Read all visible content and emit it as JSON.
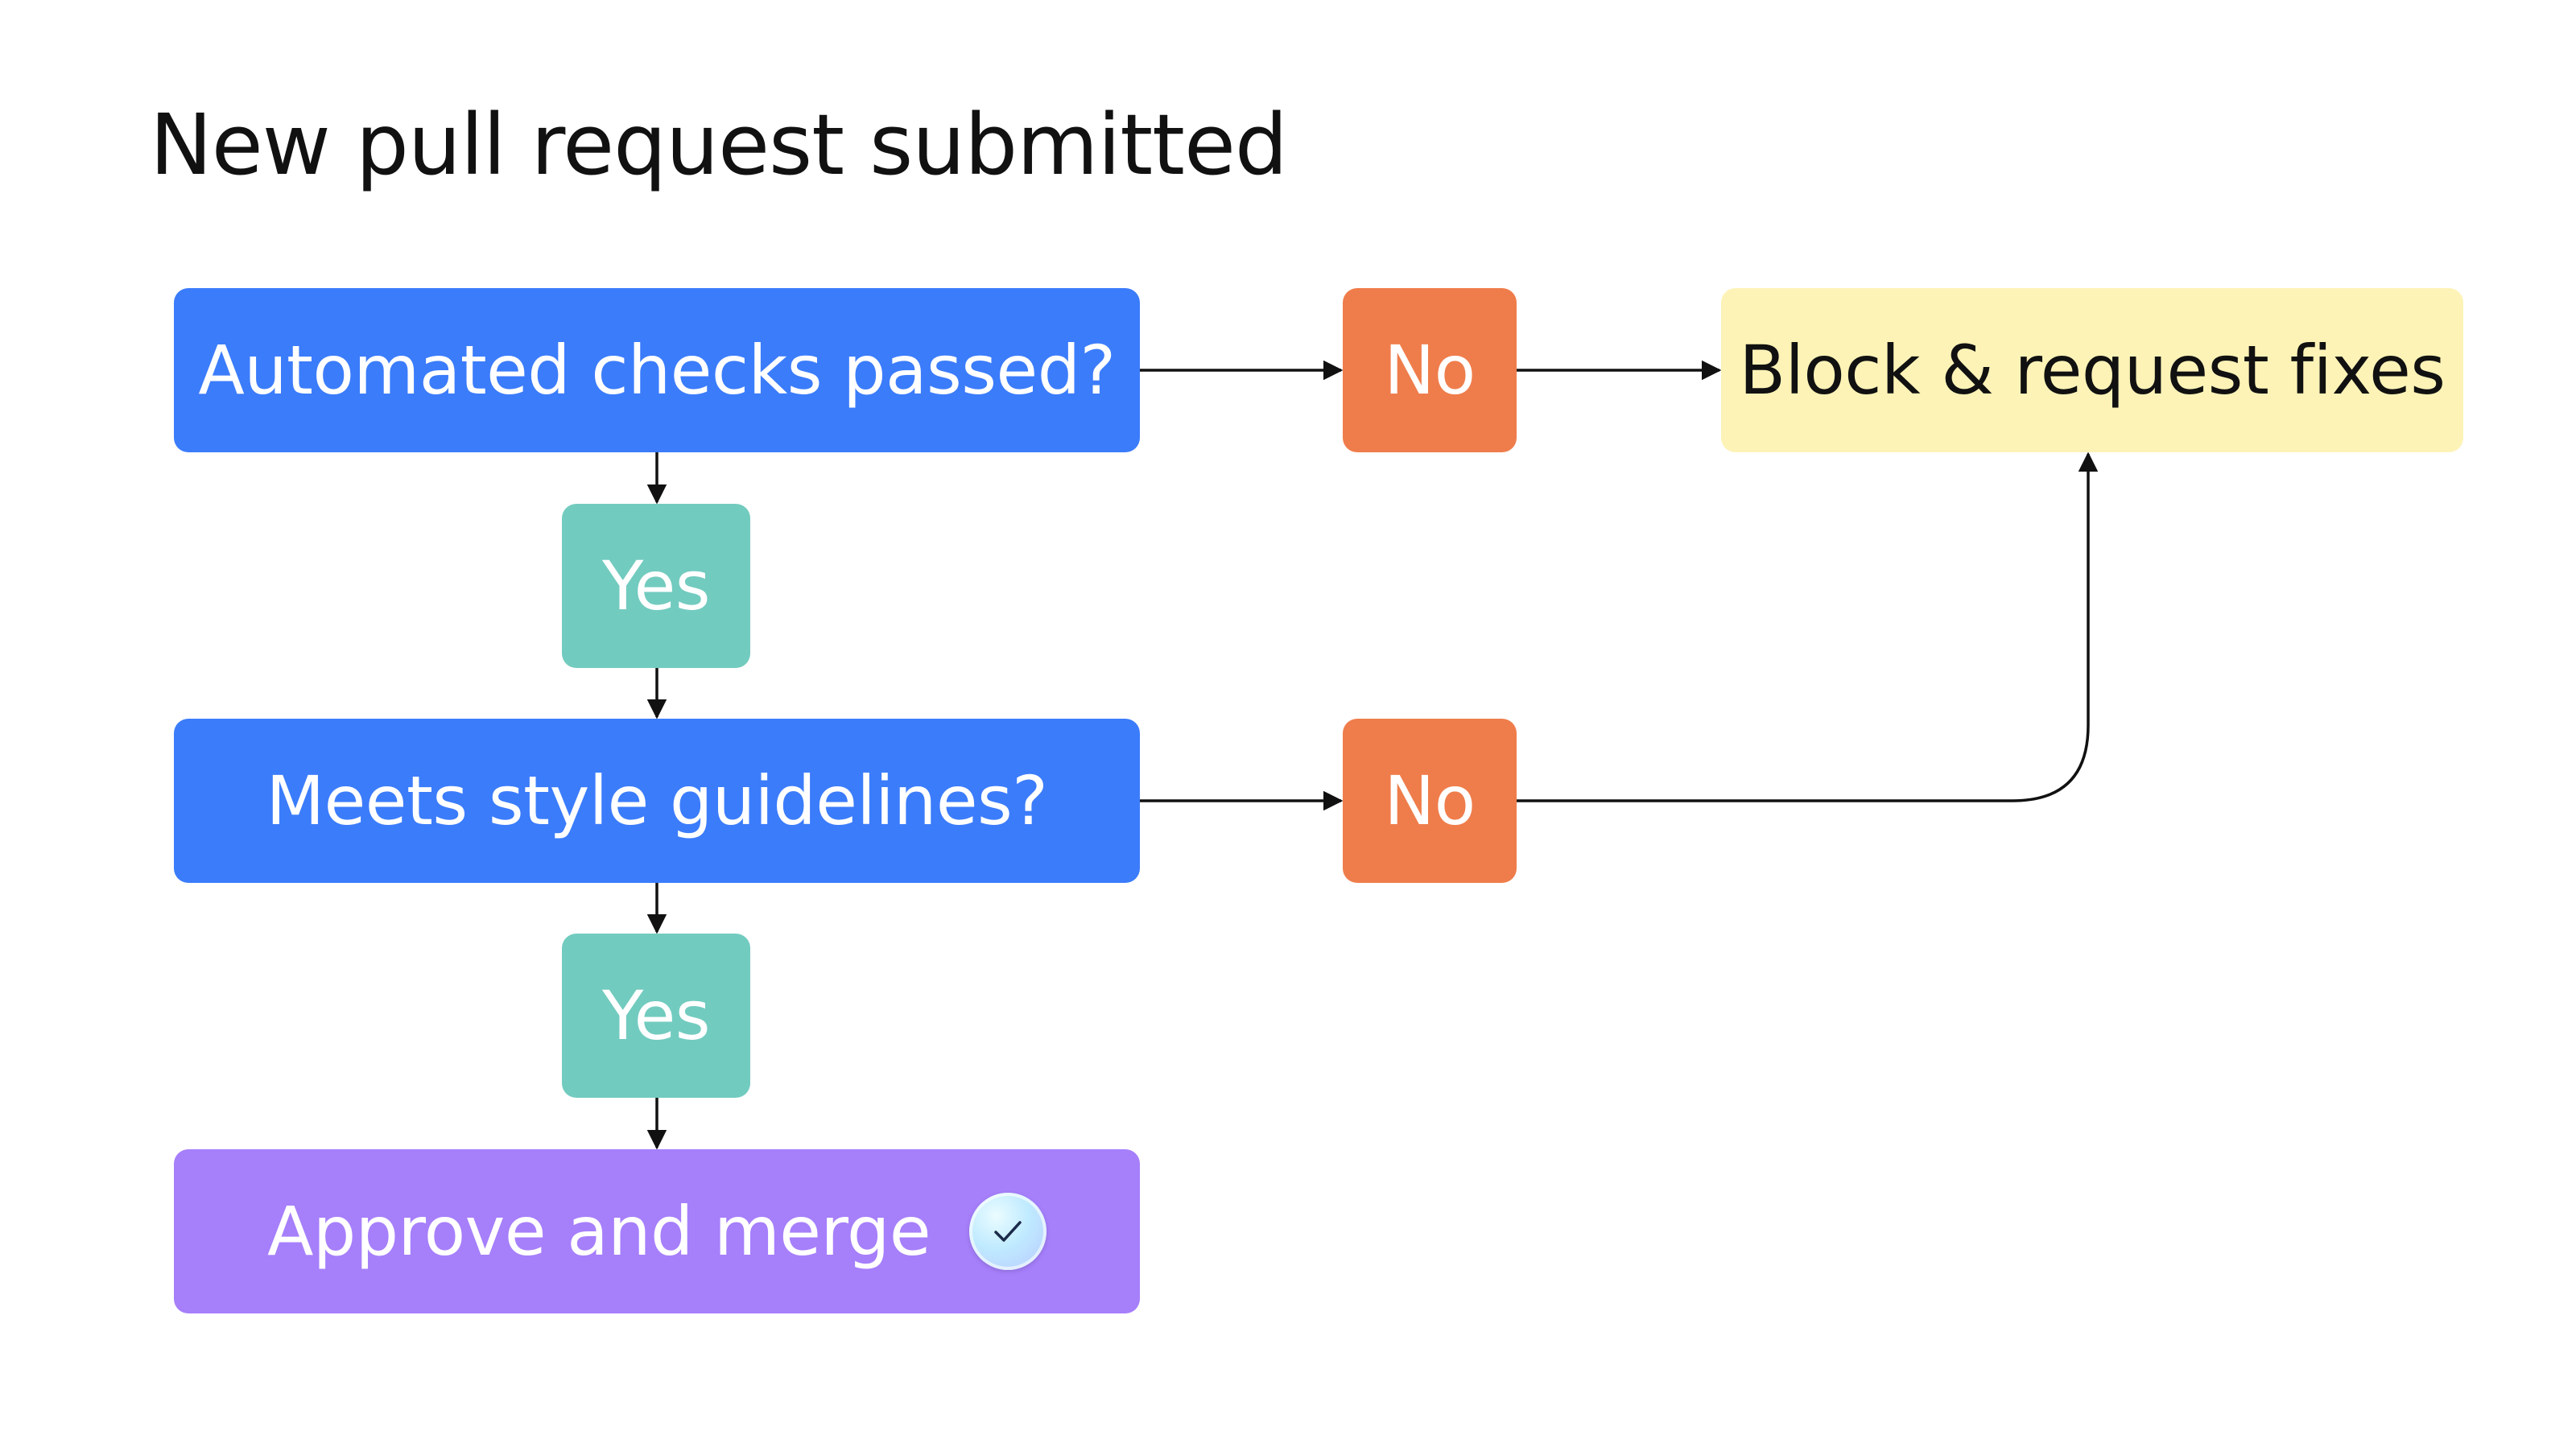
{
  "title": "New pull request submitted",
  "nodes": {
    "check": "Automated checks passed?",
    "yes_1": "Yes",
    "style": "Meets style guidelines?",
    "yes_2": "Yes",
    "approve": "Approve and merge",
    "no_1": "No",
    "no_2": "No",
    "block": "Block & request fixes"
  },
  "icons": {
    "approve_badge": "check-icon"
  },
  "colors": {
    "decision": "#3b7cfb",
    "yes": "#72cbbf",
    "no": "#ef7d4b",
    "block": "#fdf3b7",
    "approve": "#a67ffb",
    "connector": "#111111"
  }
}
